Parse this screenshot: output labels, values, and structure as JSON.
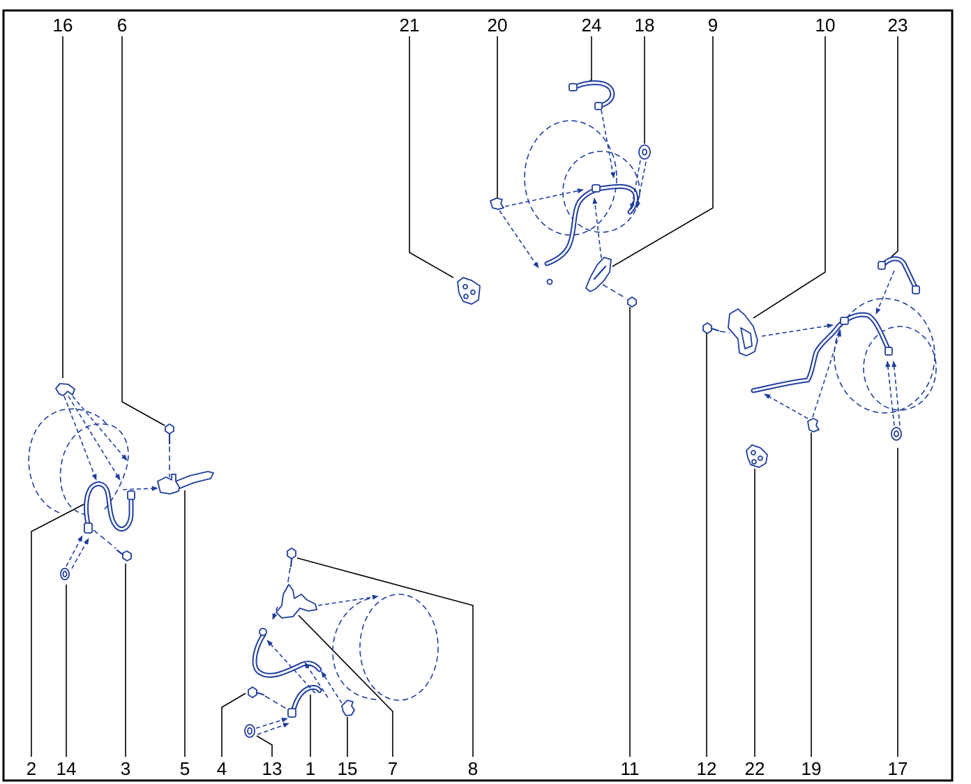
{
  "callouts": {
    "top": [
      "16",
      "6",
      "21",
      "20",
      "24",
      "18",
      "9",
      "10",
      "23"
    ],
    "bottom": [
      "2",
      "14",
      "3",
      "5",
      "4",
      "13",
      "1",
      "15",
      "7",
      "8",
      "11",
      "12",
      "22",
      "19",
      "17"
    ]
  },
  "colors": {
    "parts": "#1f3d9e",
    "leaders": "#000000",
    "background": "#ffffff"
  }
}
